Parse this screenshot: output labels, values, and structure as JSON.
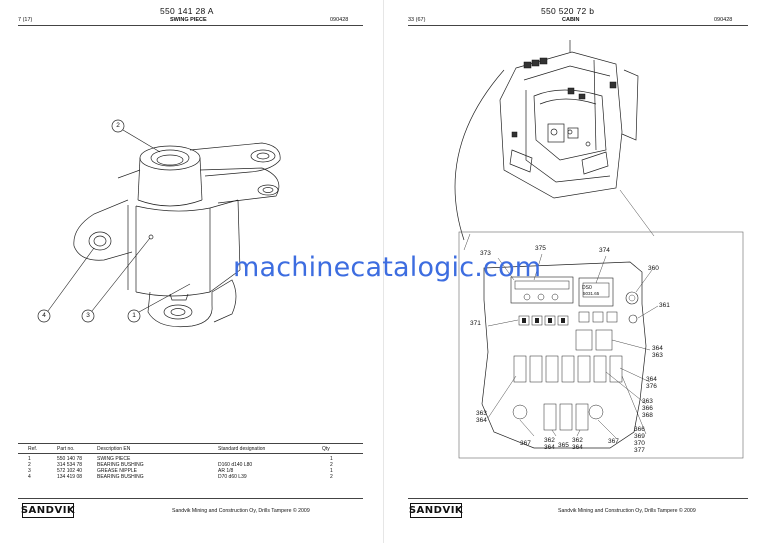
{
  "left_page": {
    "doc_number": "550 141 28 A",
    "page_ref": "7 (17)",
    "title": "SWING PIECE",
    "date": "090428",
    "callouts": [
      "2",
      "4",
      "3",
      "1"
    ],
    "parts_table": {
      "headers": [
        "Ref.",
        "Part no.",
        "Description EN",
        "Standard designation",
        "Qty"
      ],
      "rows": [
        [
          "1",
          "550 140 78",
          "SWING PIECE",
          "",
          "1"
        ],
        [
          "2",
          "314 534 78",
          "BEARING BUSHING",
          "D160 d140 L80",
          "2"
        ],
        [
          "3",
          "572 102 40",
          "GREASE NIPPLE",
          "AR 1/8",
          "1"
        ],
        [
          "4",
          "134 419 08",
          "BEARING BUSHING",
          "D70 d60 L39",
          "2"
        ]
      ]
    },
    "footer": "Sandvik Mining and Construction Oy, Drills Tampere © 2009",
    "logo": "SANDVIK"
  },
  "right_page": {
    "doc_number": "550 520 72 b",
    "page_ref": "33 (67)",
    "title": "CABIN",
    "date": "090428",
    "panel_callouts": {
      "c373": "373",
      "c375": "375",
      "c374": "374",
      "c360": "360",
      "c361": "361",
      "c371": "371",
      "c364a": "364",
      "c363a": "363",
      "c364b": "364",
      "c376": "376",
      "c363b": "363",
      "c366a": "366",
      "c368": "368",
      "c366b": "366",
      "c369": "369",
      "c370": "370",
      "c377": "377",
      "c363c": "363",
      "c364c": "364",
      "c367a": "367",
      "c362a": "362",
      "c364d": "364",
      "c365": "365",
      "c362b": "362",
      "c364e": "364",
      "c367b": "367"
    },
    "display_text": {
      "line1": "DS0",
      "line2": "5031.65"
    },
    "footer": "Sandvik Mining and Construction Oy, Drills Tampere © 2009",
    "logo": "SANDVIK"
  },
  "watermark": "machinecatalogic.com"
}
